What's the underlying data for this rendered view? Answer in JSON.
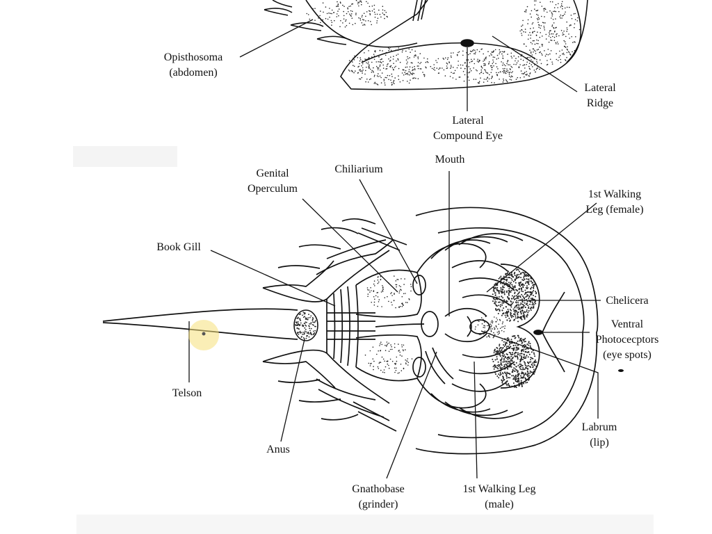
{
  "labels": {
    "opisthosoma": [
      "Opisthosoma",
      "(abdomen)"
    ],
    "lateral_ridge": [
      "Lateral",
      "Ridge"
    ],
    "lateral_compound_eye": [
      "Lateral",
      "Compound Eye"
    ],
    "genital_operculum": [
      "Genital",
      "Operculum"
    ],
    "chiliarium": [
      "Chiliarium"
    ],
    "mouth": [
      "Mouth"
    ],
    "first_walking_leg_female": [
      "1st Walking",
      "Leg (female)"
    ],
    "book_gill": [
      "Book Gill"
    ],
    "chelicera": [
      "Chelicera"
    ],
    "ventral_photoreceptors": [
      "Ventral",
      "Photocecptors",
      "(eye spots)"
    ],
    "telson": [
      "Telson"
    ],
    "labrum": [
      "Labrum",
      "(lip)"
    ],
    "anus": [
      "Anus"
    ],
    "gnathobase": [
      "Gnathobase",
      "(grinder)"
    ],
    "first_walking_leg_male": [
      "1st Walking Leg",
      "(male)"
    ]
  },
  "colors": {
    "ink": "#111111",
    "paper": "#ffffff",
    "stipple": "#222222",
    "cursor_highlight": "#f5e07a"
  }
}
